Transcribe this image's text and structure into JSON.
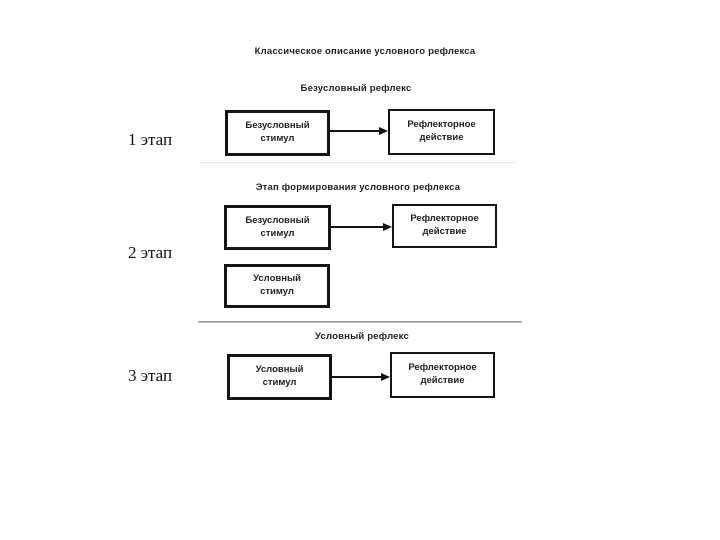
{
  "title": "Классическое описание условного рефлекса",
  "colors": {
    "background": "#ffffff",
    "box_border": "#141414",
    "text": "#1f1f1f",
    "arrow": "#111111",
    "divider": "#8c8c8c",
    "faint_rule": "#e6e6e6"
  },
  "stages": [
    {
      "header": "Безусловный рефлекс",
      "label": "1 этап",
      "boxes": {
        "stimulus": "Безусловный\nстимул",
        "action": "Рефлекторное\nдействие"
      }
    },
    {
      "header": "Этап формирования условного рефлекса",
      "label": "2 этап",
      "boxes": {
        "stimulus": "Безусловный\nстимул",
        "action": "Рефлекторное\nдействие",
        "extra_stimulus": "Условный\nстимул"
      }
    },
    {
      "header": "Условный рефлекс",
      "label": "3 этап",
      "boxes": {
        "stimulus": "Условный\nстимул",
        "action": "Рефлекторное\nдействие"
      }
    }
  ]
}
